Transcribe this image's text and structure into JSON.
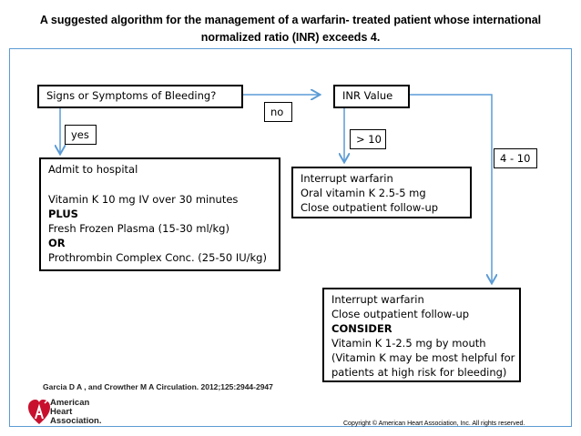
{
  "title": {
    "line1": "A suggested algorithm for the management of a   warfarin-  treated patient whose international",
    "line2": "normalized ratio (INR) exceeds 4."
  },
  "flowchart": {
    "bleeding_question": "Signs or Symptoms of Bleeding?",
    "inr_value": "INR Value",
    "edge_no": "no",
    "edge_yes": "yes",
    "edge_gt10": "> 10",
    "edge_4_10": "4 - 10",
    "admit_box": {
      "line1": "Admit to hospital",
      "line2": "Vitamin K 10 mg IV over 30 minutes",
      "line3": "PLUS",
      "line4": "Fresh Frozen Plasma (15-30 ml/kg)",
      "line5": "OR",
      "line6": "Prothrombin Complex Conc. (25-50 IU/kg)"
    },
    "interrupt_box": {
      "line1": "Interrupt warfarin",
      "line2": "Oral vitamin K 2.5-5 mg",
      "line3": "Close outpatient follow-up"
    },
    "consider_box": {
      "line1": "Interrupt warfarin",
      "line2": "Close outpatient follow-up",
      "line3": "CONSIDER",
      "line4": "Vitamin K 1-2.5 mg by mouth",
      "line5": "(Vitamin K may be most helpful for",
      "line6": "patients at high risk for bleeding)"
    }
  },
  "citation": "Garcia D A , and Crowther M A Circulation. 2012;125:2944-2947",
  "logo": {
    "line1": "American",
    "line2": "Heart",
    "line3": "Association."
  },
  "copyright": "Copyright © American Heart Association, Inc. All rights reserved.",
  "colors": {
    "arrow": "#5b9bd5",
    "frame": "#5b9bd5",
    "logo_red": "#c8102e"
  }
}
